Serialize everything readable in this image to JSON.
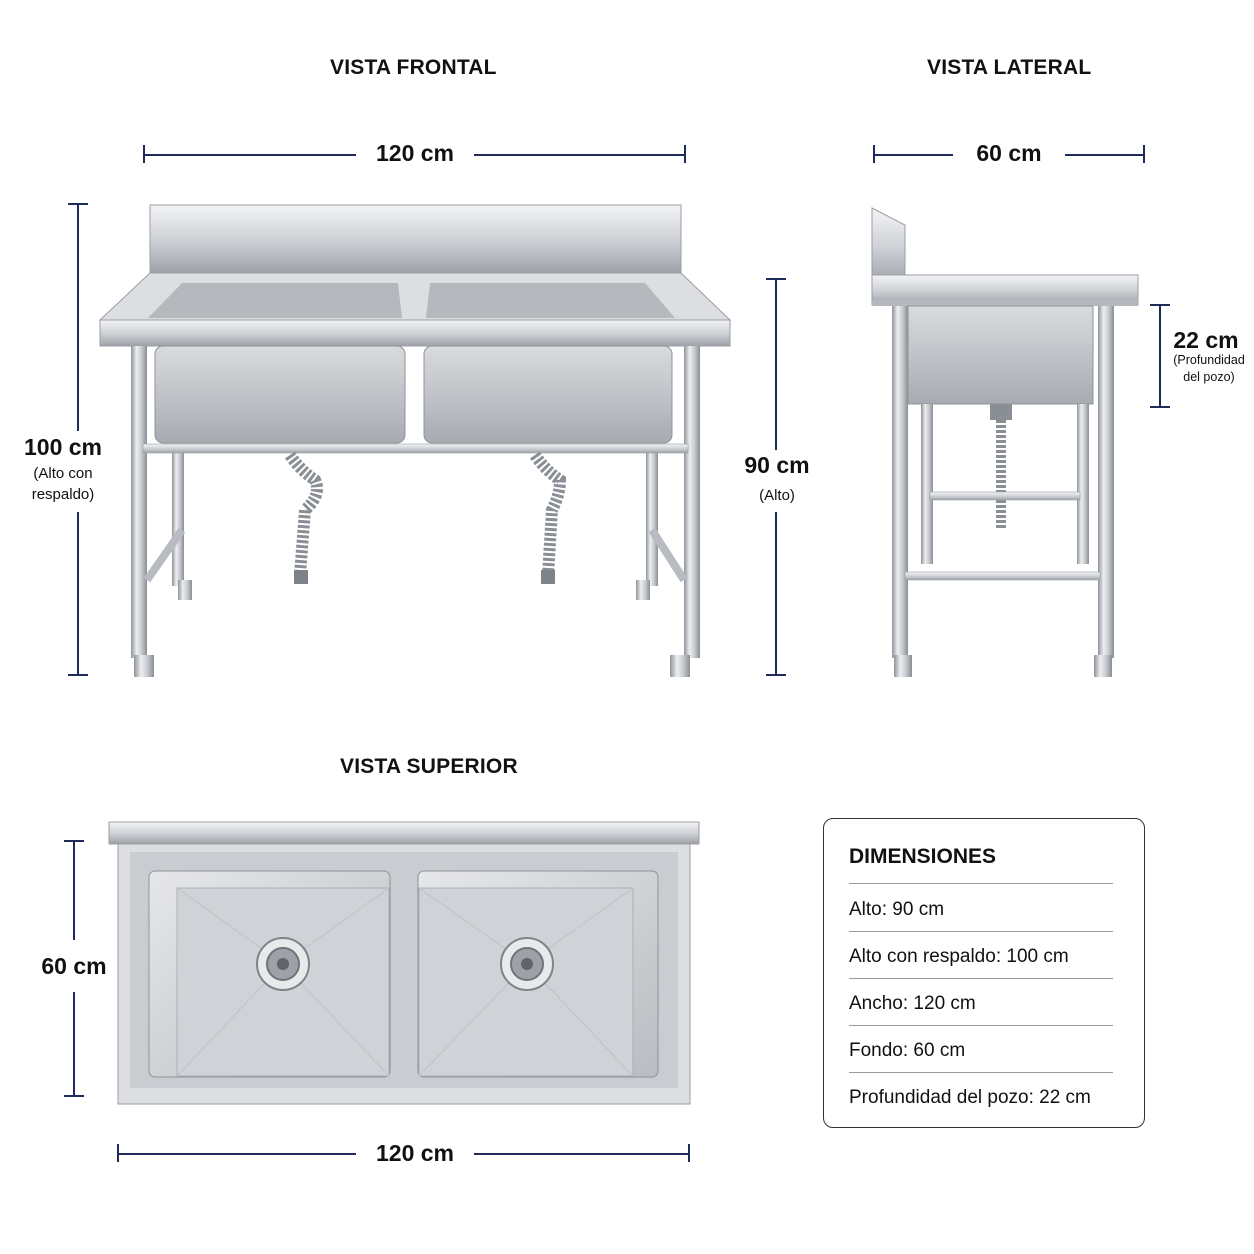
{
  "views": {
    "front": {
      "title": "VISTA FRONTAL",
      "width": "120 cm",
      "height_total": "100 cm",
      "height_total_note": "(Alto con respaldo)",
      "height": "90 cm",
      "height_note": "(Alto)"
    },
    "side": {
      "title": "VISTA LATERAL",
      "depth": "60 cm",
      "basin_depth": "22 cm",
      "basin_depth_note": "(Profundidad del pozo)"
    },
    "top": {
      "title": "VISTA SUPERIOR",
      "depth": "60 cm",
      "width": "120 cm"
    }
  },
  "dimensions_panel": {
    "title": "DIMENSIONES",
    "rows": [
      "Alto: 90 cm",
      "Alto con respaldo: 100 cm",
      "Ancho: 120 cm",
      "Fondo: 60 cm",
      "Profundidad del pozo: 22 cm"
    ]
  },
  "colors": {
    "dimension_line": "#1d2a5a",
    "steel_light": "#e9eaec",
    "steel_mid": "#c4c7cc",
    "steel_dark": "#8d9199"
  }
}
